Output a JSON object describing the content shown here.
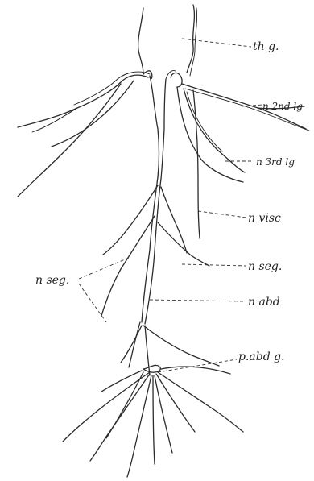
{
  "labels": {
    "thoracic_ganglion": "th g.",
    "nerve_2nd_leg": "n 2nd lg",
    "nerve_3rd_leg": "n 3rd lg",
    "nerve_visceral": "n visc",
    "nerve_segmental_right": "n seg.",
    "nerve_segmental_left": "n seg.",
    "nerve_abdominal": "n abd",
    "posterior_abdominal_ganglion": "p.abd g."
  }
}
